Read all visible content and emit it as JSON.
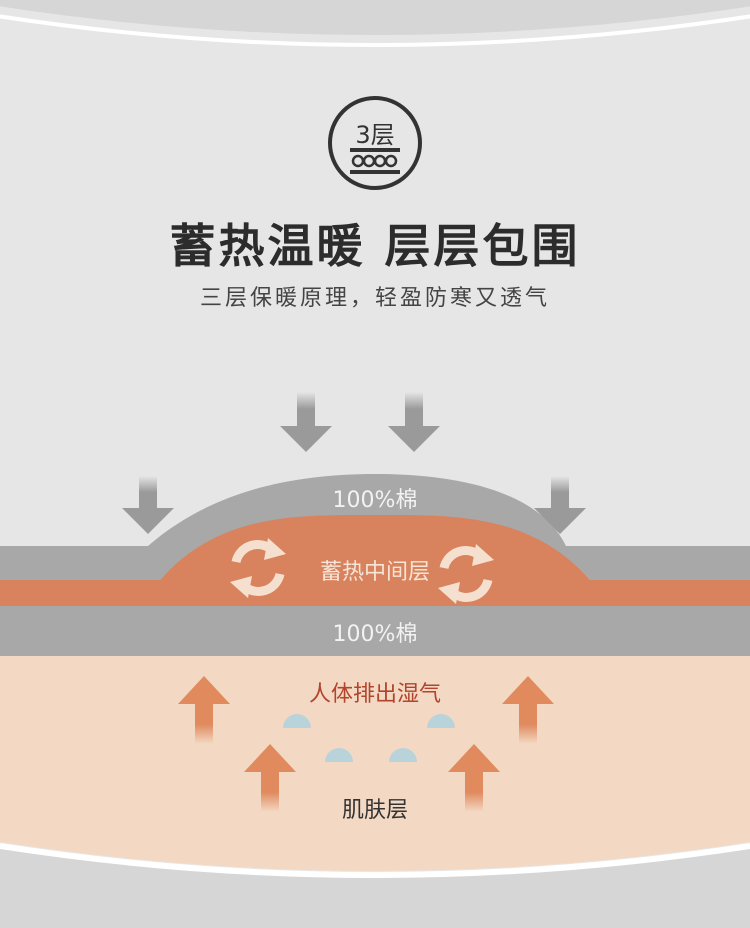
{
  "badge": {
    "label": "3层",
    "icon": "layers-icon"
  },
  "title": "蓄热温暖 层层包围",
  "subtitle": "三层保暖原理，轻盈防寒又透气",
  "layers": {
    "top": "100%棉",
    "middle": "蓄热中间层",
    "bottom": "100%棉"
  },
  "moisture_label": "人体排出湿气",
  "skin_label": "肌肤层",
  "colors": {
    "background": "#e6e6e6",
    "cotton_layer": "#a8a8a8",
    "heat_layer": "#d9835e",
    "skin_area": "#f3d9c4",
    "arrow_gray": "#9a9a9a",
    "arrow_orange": "#e08a5e",
    "droplet": "#b9d3da"
  }
}
